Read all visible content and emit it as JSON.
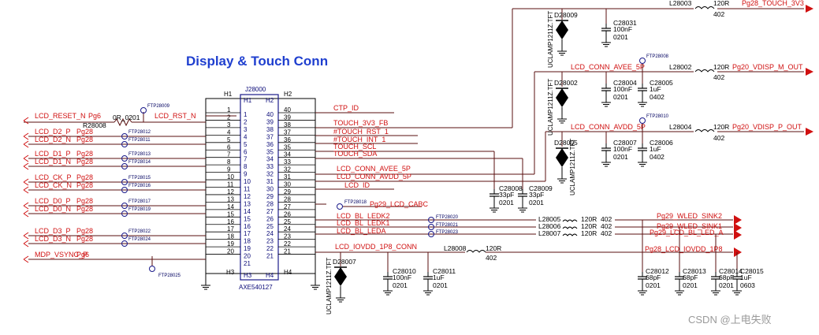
{
  "title": "Display & Touch Conn",
  "watermark": "CSDN @上电失败",
  "connector": {
    "ref": "J28000",
    "part": "AXE540127",
    "h1": "H1",
    "h2": "H2",
    "h3": "H3",
    "h4": "H4",
    "left_pins": [
      "1",
      "2",
      "3",
      "4",
      "5",
      "6",
      "7",
      "8",
      "9",
      "10",
      "11",
      "12",
      "13",
      "14",
      "15",
      "16",
      "17",
      "18",
      "19",
      "20"
    ],
    "inner_left": [
      "1",
      "2",
      "3",
      "4",
      "5",
      "6",
      "7",
      "8",
      "9",
      "10",
      "11",
      "12",
      "13",
      "14",
      "15",
      "16",
      "17",
      "18",
      "19",
      "20",
      "21"
    ],
    "inner_right": [
      "40",
      "39",
      "38",
      "37",
      "36",
      "35",
      "34",
      "33",
      "32",
      "31",
      "30",
      "29",
      "28",
      "27",
      "26",
      "25",
      "24",
      "23",
      "22",
      "21"
    ],
    "right_pins": [
      "40",
      "39",
      "38",
      "37",
      "36",
      "35",
      "34",
      "33",
      "32",
      "31",
      "30",
      "29",
      "28",
      "27",
      "26",
      "25",
      "24",
      "23",
      "22",
      "21"
    ]
  },
  "left_nets": [
    {
      "net": "LCD_RESET_N",
      "page": "Pg6"
    },
    {
      "net": "LCD_D2_P",
      "page": "Pg28"
    },
    {
      "net": "LCD_D2_N",
      "page": "Pg28"
    },
    {
      "net": "LCD_D1_P",
      "page": "Pg28"
    },
    {
      "net": "LCD_D1_N",
      "page": "Pg28"
    },
    {
      "net": "LCD_CK_P",
      "page": "Pg28"
    },
    {
      "net": "LCD_CK_N",
      "page": "Pg28"
    },
    {
      "net": "LCD_D0_P",
      "page": "Pg28"
    },
    {
      "net": "LCD_D0_N",
      "page": "Pg28"
    },
    {
      "net": "LCD_D3_P",
      "page": "Pg28"
    },
    {
      "net": "LCD_D3_N",
      "page": "Pg28"
    },
    {
      "net": "MDP_VSYNC_P",
      "page": "Pg6"
    }
  ],
  "left_misc": {
    "r28008": "R28008",
    "r28008_val": "0R_0201",
    "lcd_rst_n": "LCD_RST_N"
  },
  "test_points": [
    "FTP28009",
    "FTP28012",
    "FTP28011",
    "FTP28013",
    "FTP28014",
    "FTP28015",
    "FTP28016",
    "FTP28017",
    "FTP28019",
    "FTP28022",
    "FTP28024",
    "FTP28025",
    "FTP28018",
    "FTP28020",
    "FTP28021",
    "FTP28023",
    "FTP28008",
    "FTP28010"
  ],
  "right_nets": {
    "ctp_id": "CTP_ID",
    "touch_3v3_fb": "TOUCH_3V3_FB",
    "touch_rst": "#TOUCH_RST_1",
    "touch_int": "#TOUCH_INT_1",
    "touch_scl": "TOUCH_SCL",
    "touch_sda": "TOUCH_SDA",
    "lcd_conn_avee": "LCD_CONN_AVEE_5P",
    "lcd_conn_avdd": "LCD_CONN_AVDD_5P",
    "lcd_id": "LCD_ID",
    "lcd_cabc": "Pg29_LCD_CABC",
    "bl_ledk2": "LCD_BL_LEDK2",
    "bl_ledk1": "LCD_BL_LEDK1",
    "bl_leda": "LCD_BL_LEDA",
    "iovdd": "LCD_IOVDD_1P8_CONN"
  },
  "caps": {
    "c28008": {
      "ref": "C28008",
      "val": "33pF",
      "pkg": "0201"
    },
    "c28009": {
      "ref": "C28009",
      "val": "33pF",
      "pkg": "0201"
    },
    "c28010": {
      "ref": "C28010",
      "val": "100nF",
      "pkg": "0201"
    },
    "c28011": {
      "ref": "C28011",
      "val": "1uF",
      "pkg": "0201"
    },
    "c28031": {
      "ref": "C28031",
      "val": "100nF",
      "pkg": "0201"
    },
    "c28004": {
      "ref": "C28004",
      "val": "100nF",
      "pkg": "0201"
    },
    "c28005": {
      "ref": "C28005",
      "val": "1uF",
      "pkg": "0402"
    },
    "c28007": {
      "ref": "C28007",
      "val": "100nF",
      "pkg": "0201"
    },
    "c28006": {
      "ref": "C28006",
      "val": "1uF",
      "pkg": "0402"
    },
    "c28012": {
      "ref": "C28012",
      "val": "68pF",
      "pkg": "0201"
    },
    "c28013": {
      "ref": "C28013",
      "val": "68pF",
      "pkg": "0201"
    },
    "c28014": {
      "ref": "C28014",
      "val": "68pF",
      "pkg": "0201"
    },
    "c28015": {
      "ref": "C28015",
      "val": "1uF",
      "pkg": "0603"
    }
  },
  "diodes": {
    "d28009": "D28009",
    "d28002": "D28002",
    "d28005": "D28005",
    "d28007": "D28007",
    "part": "UCLAMP1211Z.TFT"
  },
  "inductors": {
    "l28003": "L28003",
    "l28002": "L28002",
    "l28004": "L28004",
    "l28005": "L28005",
    "l28006": "L28006",
    "l28007": "L28007",
    "l28008": "L28008",
    "val": "120R",
    "pkg": "402"
  },
  "ports": {
    "touch_3v3": "Pg28_TOUCH_3V3",
    "vdisp_m": "Pg20_VDISP_M_OUT",
    "vdisp_p": "Pg20_VDISP_P_OUT",
    "lcd_conn_avee": "LCD_CONN_AVEE_5P",
    "lcd_conn_avdd": "LCD_CONN_AVDD_5P",
    "wled_sink2": "Pg29_WLED_SINK2",
    "wled_sink1": "Pg29_WLED_SINK1",
    "bl_led_a": "Pg29_LCD_BL_LED_A",
    "iovdd_1p8": "Pg28_LCD_IOVDD_1P8"
  }
}
